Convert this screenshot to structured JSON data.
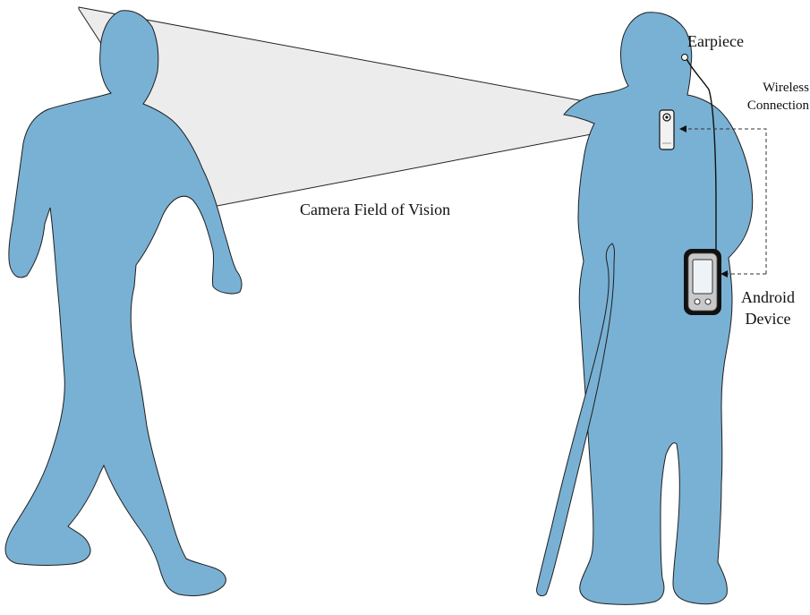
{
  "labels": {
    "camera_fov": "Camera Field of Vision",
    "earpiece": "Earpiece",
    "wireless_line1": "Wireless",
    "wireless_line2": "Connection",
    "android_line1": "Android",
    "android_line2": "Device"
  },
  "colors": {
    "figure_fill": "#79b1d4",
    "figure_stroke": "#1e1e1e",
    "fov_fill": "#ececec",
    "camera_fill": "#f2f2f2",
    "device_body": "#c9c9c9",
    "wireless_line": "#333333"
  },
  "icons": {
    "camera": "body-camera-icon",
    "device": "android-phone-icon",
    "earpiece": "earpiece-icon"
  }
}
